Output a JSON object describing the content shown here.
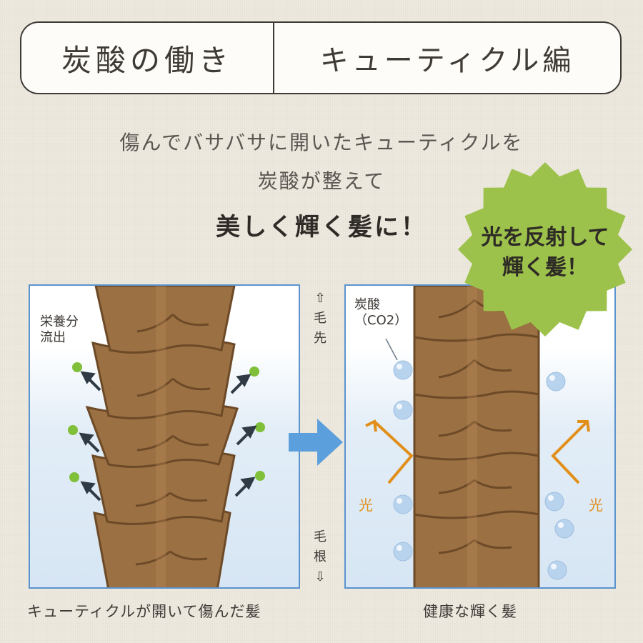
{
  "title": {
    "left": "炭酸の働き",
    "right": "キューティクル編"
  },
  "intro": {
    "line1": "傷んでバサバサに開いたキューティクルを",
    "line2": "炭酸が整えて",
    "line3": "美しく輝く髪に！"
  },
  "badge": {
    "line1": "光を反射して",
    "line2": "輝く髪！",
    "color": "#9dc24b"
  },
  "left_panel": {
    "label_line1": "栄養分",
    "label_line2": "流出",
    "caption": "キューティクルが開いて傷んだ髪"
  },
  "right_panel": {
    "label_line1": "炭酸",
    "label_line2": "（CO2）",
    "light_left": "光",
    "light_right": "光",
    "caption": "健康な輝く髪"
  },
  "axis": {
    "top": "⇧毛先",
    "bottom": "毛根⇩"
  },
  "colors": {
    "hair": "#9b7043",
    "hair_dark": "#6d4a27",
    "frame": "#5b93cd",
    "arrow": "#5b9fdc",
    "nutrient": "#7fbf3a",
    "light": "#e28f1a",
    "bubble": "#b8d3ee"
  }
}
